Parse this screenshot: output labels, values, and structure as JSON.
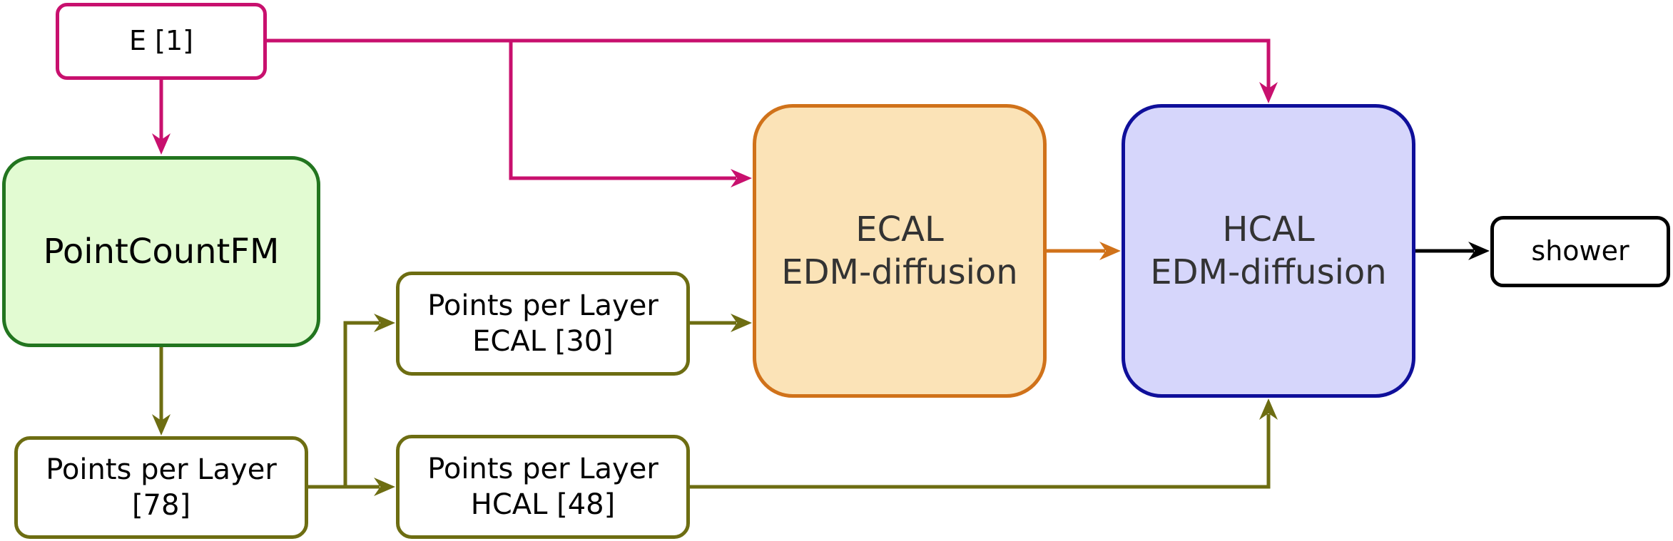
{
  "colors": {
    "energy_line": "#c8106e",
    "count_line": "#6d6d12",
    "ecal_line": "#d0721a",
    "output_line": "#000000",
    "pointcount_fill": "#e2fbd2",
    "pointcount_border": "#22751f",
    "ecal_fill": "#fbe3b7",
    "ecal_border": "#d0721a",
    "hcal_fill": "#d6d6fb",
    "hcal_border": "#0f0f9a"
  },
  "nodes": {
    "energy": {
      "label": "E [1]"
    },
    "pointcount": {
      "label": "PointCountFM"
    },
    "ppl_total": {
      "line1": "Points per Layer",
      "line2": "[78]"
    },
    "ppl_ecal": {
      "line1": "Points per Layer",
      "line2": "ECAL [30]"
    },
    "ppl_hcal": {
      "line1": "Points per Layer",
      "line2": "HCAL [48]"
    },
    "ecal": {
      "line1": "ECAL",
      "line2": "EDM-diffusion"
    },
    "hcal": {
      "line1": "HCAL",
      "line2": "EDM-diffusion"
    },
    "shower": {
      "label": "shower"
    }
  }
}
